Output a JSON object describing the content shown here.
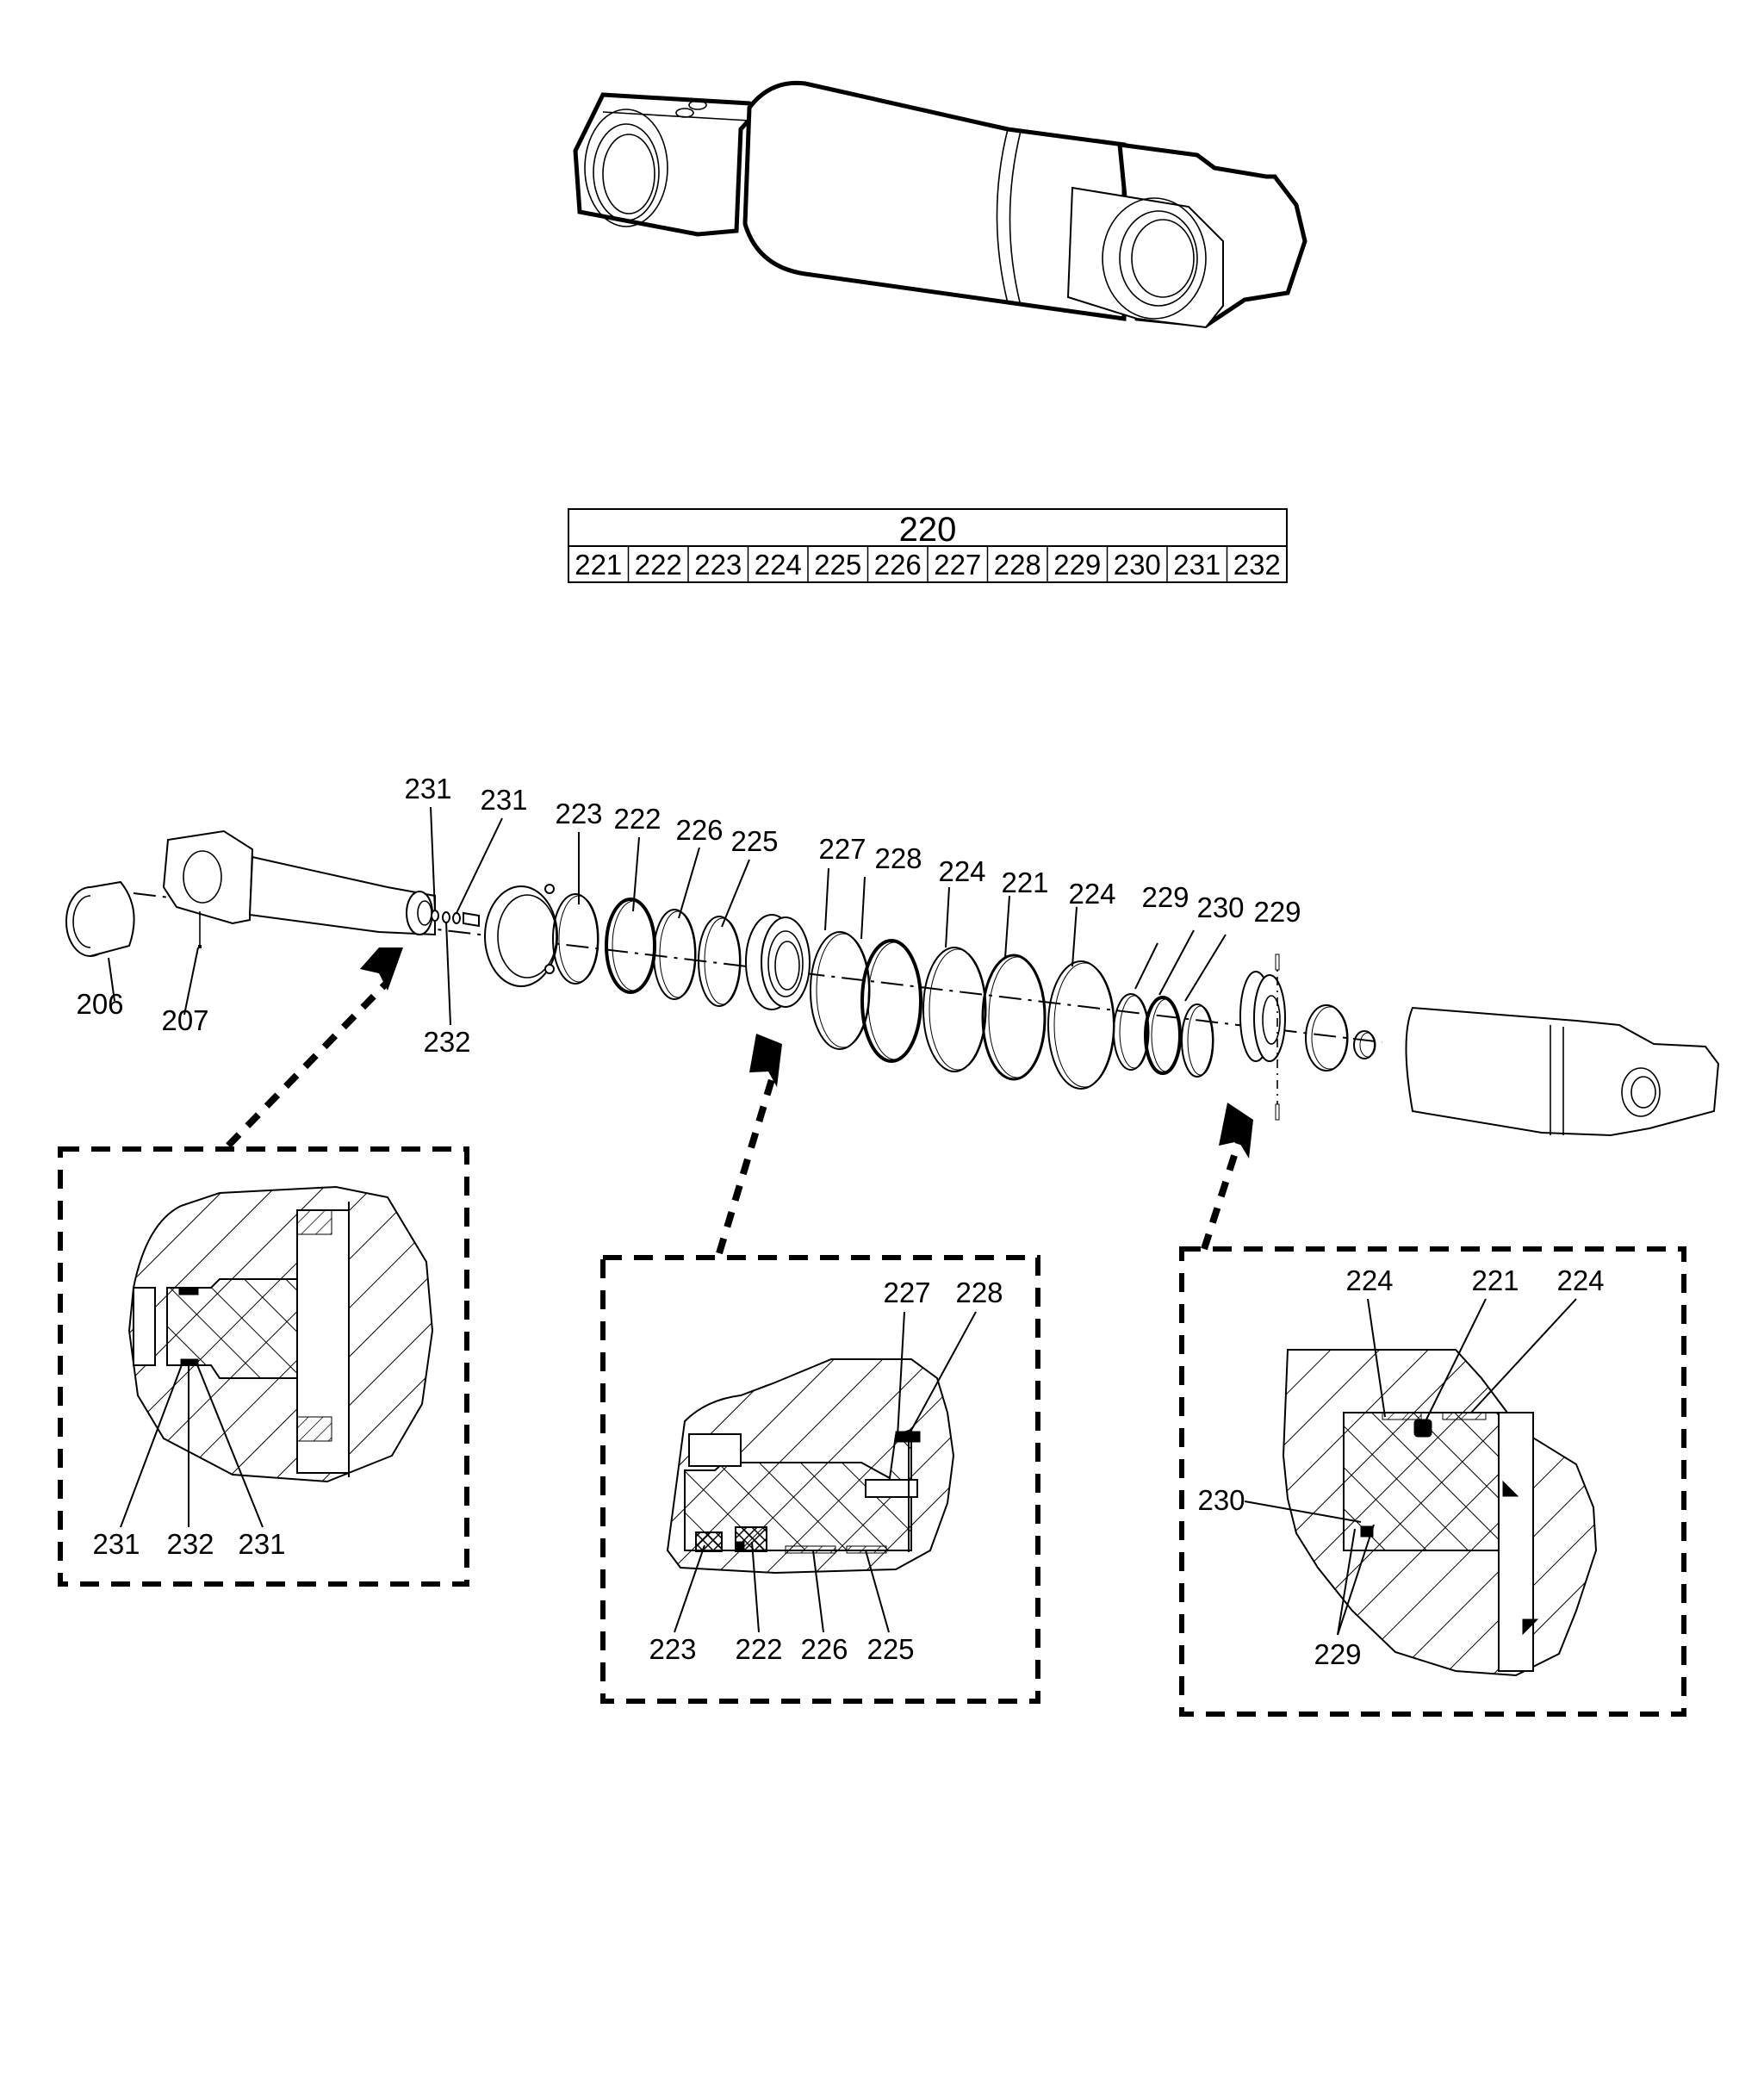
{
  "kit_table": {
    "kit_number": "220",
    "components": [
      "221",
      "222",
      "223",
      "224",
      "225",
      "226",
      "227",
      "228",
      "229",
      "230",
      "231",
      "232"
    ]
  },
  "exploded_view": {
    "callouts": [
      {
        "id": "c206",
        "text": "206"
      },
      {
        "id": "c207",
        "text": "207"
      },
      {
        "id": "c231a",
        "text": "231"
      },
      {
        "id": "c231b",
        "text": "231"
      },
      {
        "id": "c232",
        "text": "232"
      },
      {
        "id": "c223",
        "text": "223"
      },
      {
        "id": "c222",
        "text": "222"
      },
      {
        "id": "c226",
        "text": "226"
      },
      {
        "id": "c225",
        "text": "225"
      },
      {
        "id": "c227",
        "text": "227"
      },
      {
        "id": "c228",
        "text": "228"
      },
      {
        "id": "c224a",
        "text": "224"
      },
      {
        "id": "c221",
        "text": "221"
      },
      {
        "id": "c224b",
        "text": "224"
      },
      {
        "id": "c229a",
        "text": "229"
      },
      {
        "id": "c230",
        "text": "230"
      },
      {
        "id": "c229b",
        "text": "229"
      }
    ]
  },
  "detail_views": [
    {
      "name": "check-valve-detail",
      "callouts": [
        "231",
        "232",
        "231"
      ]
    },
    {
      "name": "rod-seal-detail",
      "callouts": [
        "227",
        "228",
        "223",
        "222",
        "226",
        "225"
      ]
    },
    {
      "name": "piston-seal-detail",
      "callouts": [
        "224",
        "221",
        "224",
        "230",
        "229"
      ]
    }
  ]
}
